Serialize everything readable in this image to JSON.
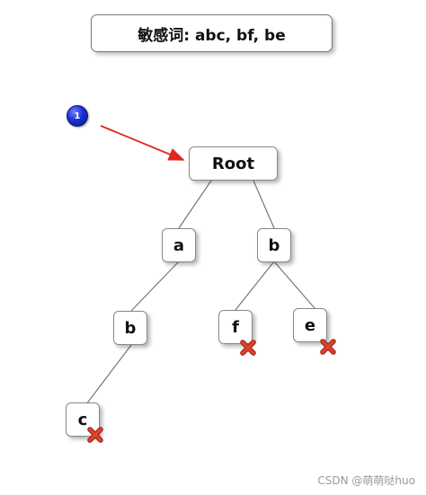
{
  "title": "敏感词: abc, bf, be",
  "step_badge": "1",
  "nodes": {
    "root": "Root",
    "a": "a",
    "b_left": "b",
    "c": "c",
    "b_right": "b",
    "f": "f",
    "e": "e"
  },
  "colors": {
    "arrow": "#e0251b",
    "x_mark": "#d9321f",
    "badge": "#1a2fd6"
  },
  "watermark": "CSDN @萌萌哒huo"
}
